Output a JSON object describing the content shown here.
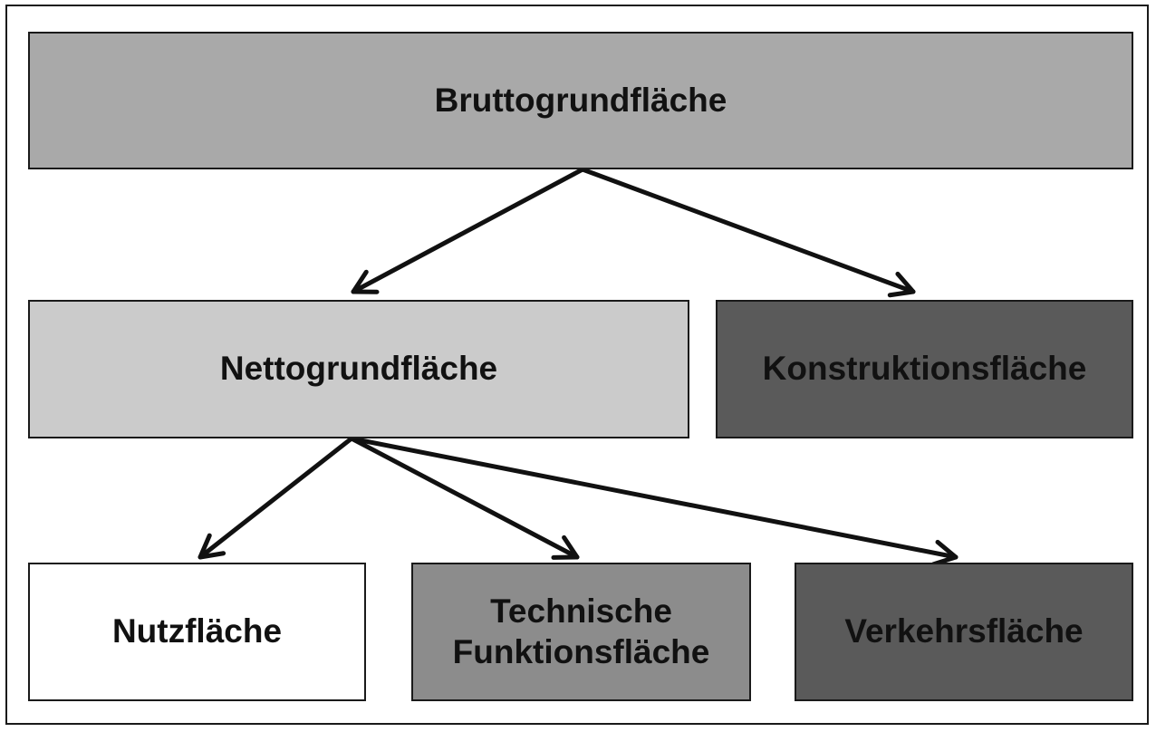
{
  "nodes": {
    "brutto": {
      "label": "Bruttogrundfläche",
      "fill": "#a9a9a9"
    },
    "netto": {
      "label": "Nettogrundfläche",
      "fill": "#cbcbcb"
    },
    "konstr": {
      "label": "Konstruktionsfläche",
      "fill": "#5a5a5a"
    },
    "nutz": {
      "label": "Nutzfläche",
      "fill": "#ffffff"
    },
    "technik": {
      "label": "Technische\nFunktionsfläche",
      "fill": "#8c8c8c"
    },
    "verkehr": {
      "label": "Verkehrsfläche",
      "fill": "#5a5a5a"
    }
  },
  "edges": [
    {
      "from": "brutto",
      "to": "netto"
    },
    {
      "from": "brutto",
      "to": "konstr"
    },
    {
      "from": "netto",
      "to": "nutz"
    },
    {
      "from": "netto",
      "to": "technik"
    },
    {
      "from": "netto",
      "to": "verkehr"
    }
  ],
  "colors": {
    "border": "#1a1a1a",
    "arrow": "#111111",
    "text": "#111111"
  }
}
